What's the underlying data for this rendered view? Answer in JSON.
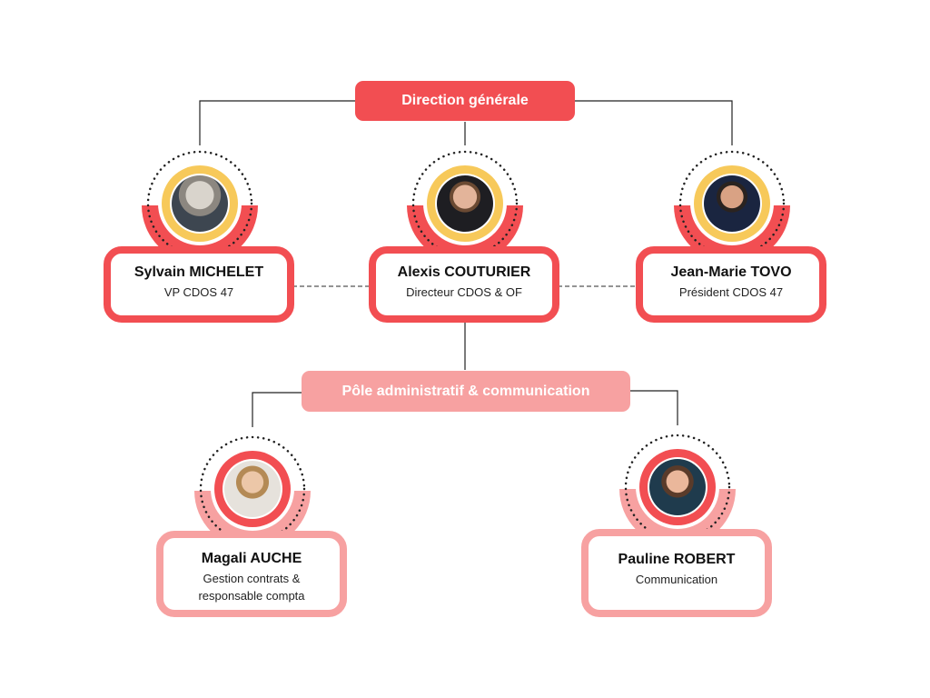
{
  "colors": {
    "primary": "#f24e52",
    "secondary": "#f7a1a1",
    "gold": "#f7c95a",
    "line": "#222222"
  },
  "direction": {
    "label": "Direction générale"
  },
  "pole": {
    "label": "Pôle administratif & communication"
  },
  "people": [
    {
      "id": "sylvain-michelet",
      "name": "Sylvain MICHELET",
      "role": "VP CDOS 47",
      "photo": "portrait-photo"
    },
    {
      "id": "alexis-couturier",
      "name": "Alexis COUTURIER",
      "role": "Directeur CDOS & OF",
      "photo": "portrait-photo"
    },
    {
      "id": "jean-marie-tovo",
      "name": "Jean-Marie TOVO",
      "role": "Président CDOS 47",
      "photo": "portrait-photo"
    },
    {
      "id": "magali-auche",
      "name": "Magali AUCHE",
      "role_lines": [
        "Gestion contrats &",
        "responsable compta"
      ],
      "photo": "portrait-photo"
    },
    {
      "id": "pauline-robert",
      "name": "Pauline ROBERT",
      "role": "Communication",
      "photo": "portrait-photo"
    }
  ]
}
